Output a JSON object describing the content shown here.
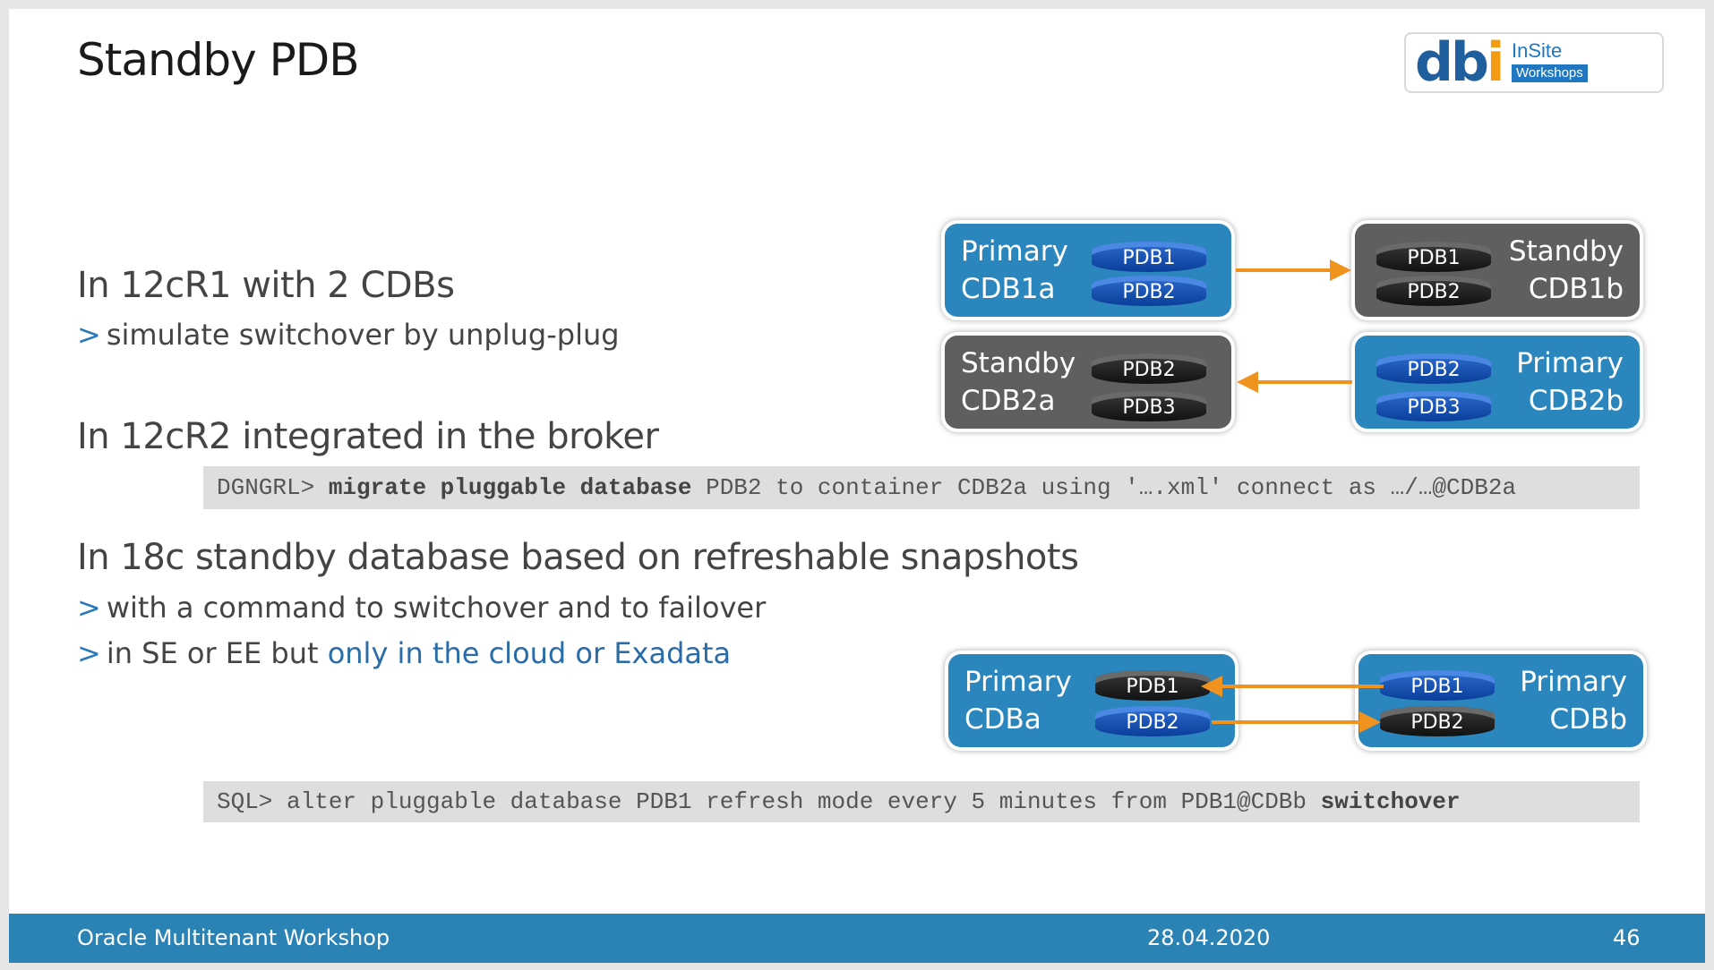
{
  "title": "Standby PDB",
  "logo": {
    "brand": "dbi",
    "line1": "InSite",
    "line2": "Workshops"
  },
  "section1": {
    "heading": "In 12cR1 with 2 CDBs",
    "bullet": "simulate switchover by unplug-plug"
  },
  "section2": {
    "heading": "In 12cR2 integrated in the broker",
    "code_prefix": "DGNGRL> ",
    "code_bold": "migrate pluggable database",
    "code_rest": " PDB2 to container CDB2a using '….xml' connect as …/…@CDB2a"
  },
  "section3": {
    "heading": "In 18c standby database based on refreshable snapshots",
    "bullet1": "with a command to switchover and to failover",
    "bullet2_plain": "in SE or EE but ",
    "bullet2_highlight": "only in the cloud or Exadata",
    "code_prefix": "SQL> alter pluggable database PDB1 refresh mode every 5 minutes from PDB1@CDBb ",
    "code_bold": "switchover"
  },
  "bullet_marker": ">",
  "diagram_top": {
    "box1": {
      "line1": "Primary",
      "line2": "CDB1a",
      "pdbs": [
        "PDB1",
        "PDB2"
      ]
    },
    "box2": {
      "line1": "Standby",
      "line2": "CDB1b",
      "pdbs": [
        "PDB1",
        "PDB2"
      ]
    },
    "box3": {
      "line1": "Standby",
      "line2": "CDB2a",
      "pdbs": [
        "PDB2",
        "PDB3"
      ]
    },
    "box4": {
      "line1": "Primary",
      "line2": "CDB2b",
      "pdbs": [
        "PDB2",
        "PDB3"
      ]
    }
  },
  "diagram_bottom": {
    "box1": {
      "line1": "Primary",
      "line2": "CDBa",
      "pdbs": [
        "PDB1",
        "PDB2"
      ]
    },
    "box2": {
      "line1": "Primary",
      "line2": "CDBb",
      "pdbs": [
        "PDB1",
        "PDB2"
      ]
    }
  },
  "colors": {
    "accent": "#2b83b5",
    "arrow": "#f0921e",
    "box_blue": "#2b86bd",
    "box_gray": "#5f5f5f"
  },
  "footer": {
    "left": "Oracle Multitenant Workshop",
    "date": "28.04.2020",
    "page": "46"
  }
}
